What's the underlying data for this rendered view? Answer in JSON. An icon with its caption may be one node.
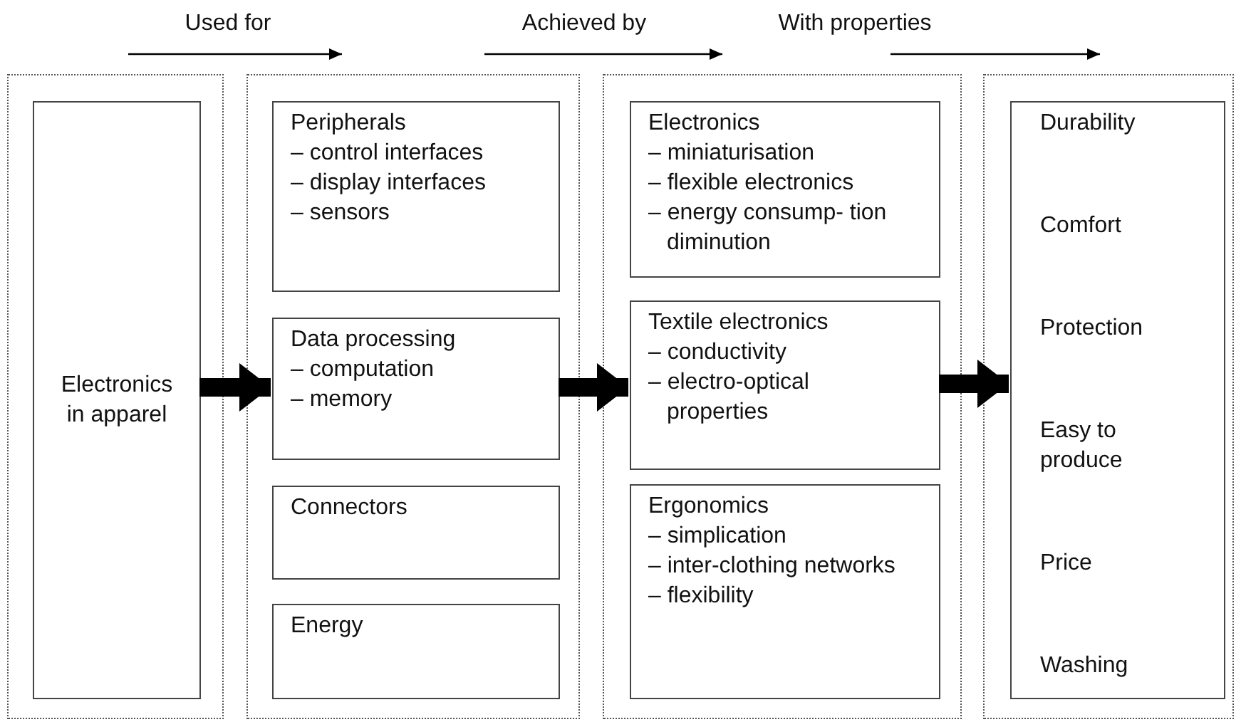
{
  "diagram": {
    "nodes": [
      {
        "text": [],
        "shape": "box"
      },
      {
        "text": [
          "Electronics in apparel"
        ],
        "in": 0
      },
      {
        "text": [],
        "shape": "box"
      },
      {
        "text": [
          "Peripherals",
          "– control interfaces",
          "– display interfaces",
          "– sensors"
        ],
        "in": 2
      },
      {
        "text": [
          "Data processing",
          "– computation",
          "– memory"
        ],
        "in": 2
      },
      {
        "text": [
          "Connectors"
        ],
        "in": 2
      },
      {
        "text": [
          "Energy"
        ],
        "in": 2
      },
      {
        "text": [],
        "shape": "box"
      },
      {
        "text": [
          "Electronics",
          "– miniaturisation",
          "– flexible electronics",
          "– energy consump- tion diminution"
        ],
        "in": 7
      },
      {
        "text": [
          "Textile electronics",
          "– conductivity",
          "– electro-optical properties"
        ],
        "in": 7
      },
      {
        "text": [
          "Ergonomics",
          "– simplication",
          "– inter-clothing networks",
          "– flexibility"
        ],
        "in": 7
      },
      {
        "text": [],
        "shape": "box"
      },
      {
        "text": [
          "Durability",
          "Comfort",
          "Protection",
          "Easy to produce",
          "Price",
          "Washing"
        ],
        "in": 11
      }
    ],
    "edges": [
      {
        "from": 1,
        "to": 4,
        "arrow": "to"
      },
      {
        "from": 4,
        "to": 9,
        "arrow": "to"
      },
      {
        "from": 9,
        "to": 12,
        "arrow": "to"
      }
    ],
    "labels": [
      "Used for",
      "Achieved by",
      "With properties"
    ]
  }
}
